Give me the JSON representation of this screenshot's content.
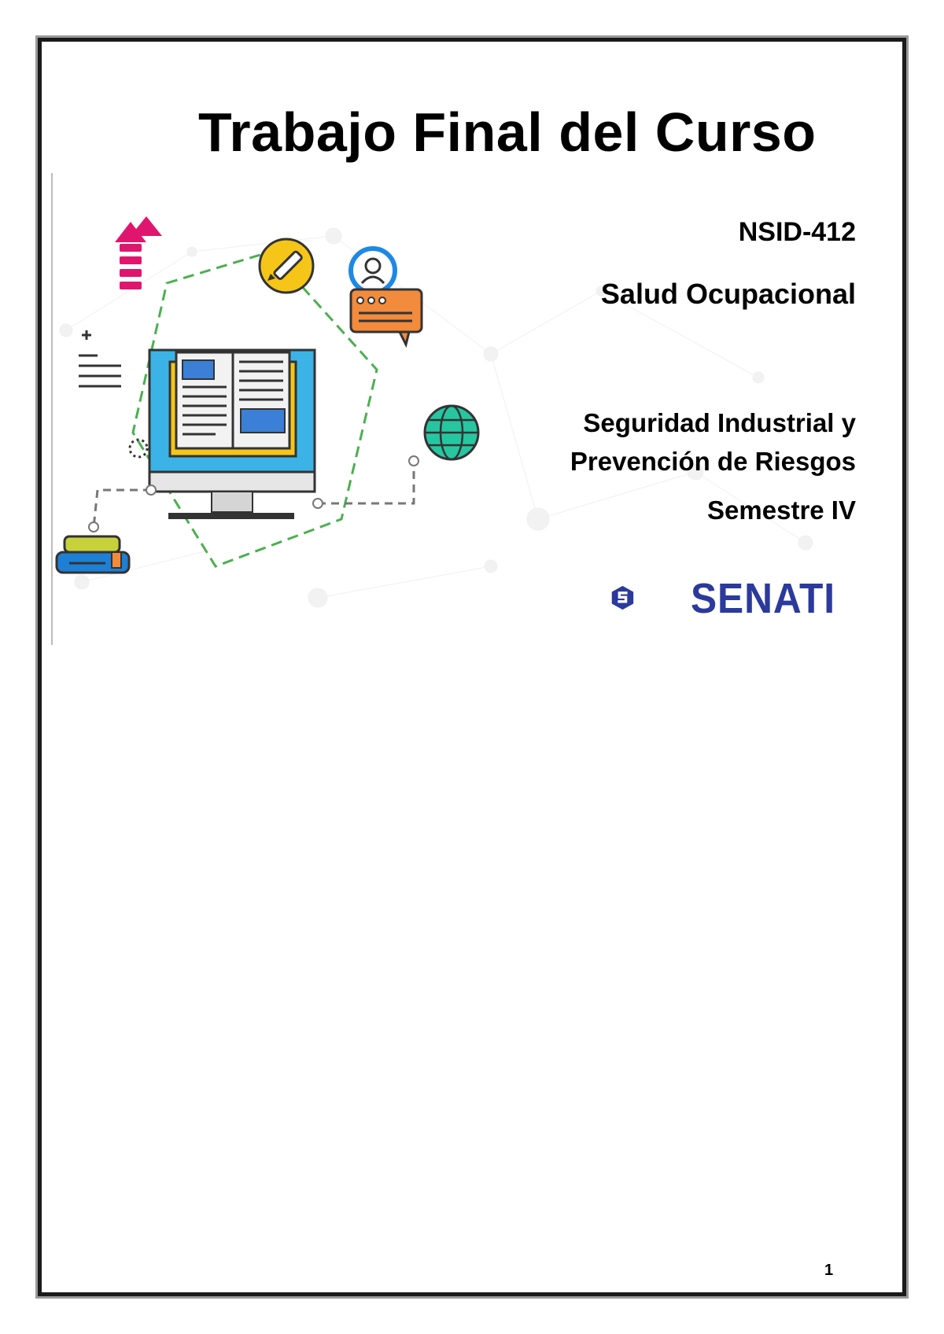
{
  "document": {
    "title": "Trabajo Final del Curso",
    "course_code": "NSID-412",
    "course_name": "Salud Ocupacional",
    "career_line1": "Seguridad Industrial y",
    "career_line2": "Prevención de Riesgos",
    "semester": "Semestre IV",
    "logo_text": "SENATI",
    "page_number": "1"
  },
  "colors": {
    "logo_blue": "#2b3a9c",
    "accent_green": "#4caf50",
    "accent_orange": "#f28b3c",
    "accent_pink": "#e0166e",
    "accent_yellow": "#f5c518"
  },
  "icons": [
    "upload-arrow-icon",
    "pencil-icon",
    "user-chat-icon",
    "text-lines-icon",
    "computer-book-icon",
    "globe-icon",
    "books-stack-icon",
    "senati-logo-icon"
  ]
}
